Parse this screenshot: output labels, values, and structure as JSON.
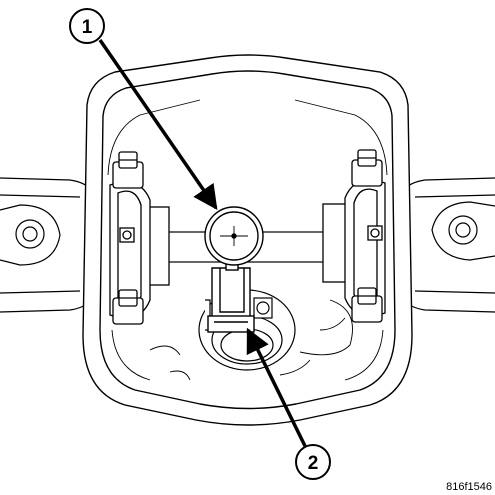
{
  "figure": {
    "id_label": "816f1546"
  },
  "callouts": [
    {
      "number": "1"
    },
    {
      "number": "2"
    }
  ]
}
